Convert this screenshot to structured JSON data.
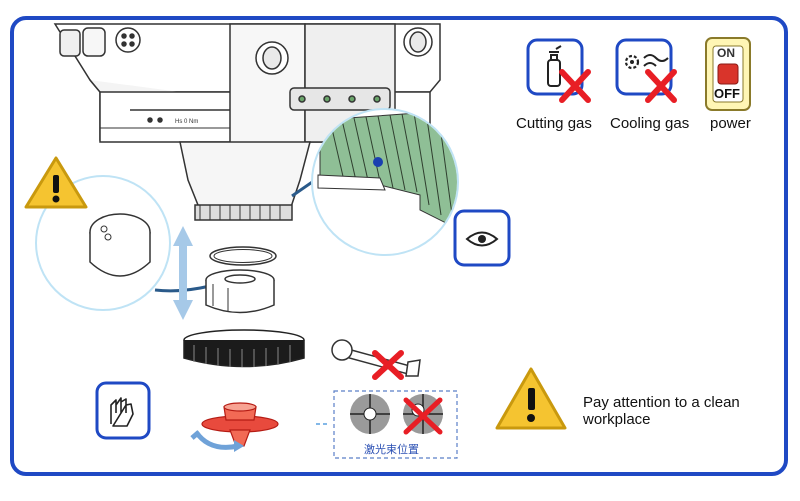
{
  "status_icons": {
    "cutting_gas": {
      "label": "Cutting gas",
      "icon": "gas-cylinder-icon",
      "state": "off"
    },
    "cooling_gas": {
      "label": "Cooling gas",
      "icon": "cooling-fan-icon",
      "state": "off"
    },
    "power": {
      "label": "power",
      "icon": "power-switch-icon",
      "switch_on": "ON",
      "switch_off": "OFF",
      "state": "off"
    }
  },
  "warning_note": {
    "line1": "Pay attention to a clean",
    "line2": "workplace"
  },
  "beam_position_label": "激光束位置",
  "colors": {
    "frame_blue": "#1f49c4",
    "forbidden_red": "#e81e25",
    "warning_yellow": "#f5c430",
    "lens_green": "#8fbf96",
    "callout_blue": "#bfe3f5"
  }
}
